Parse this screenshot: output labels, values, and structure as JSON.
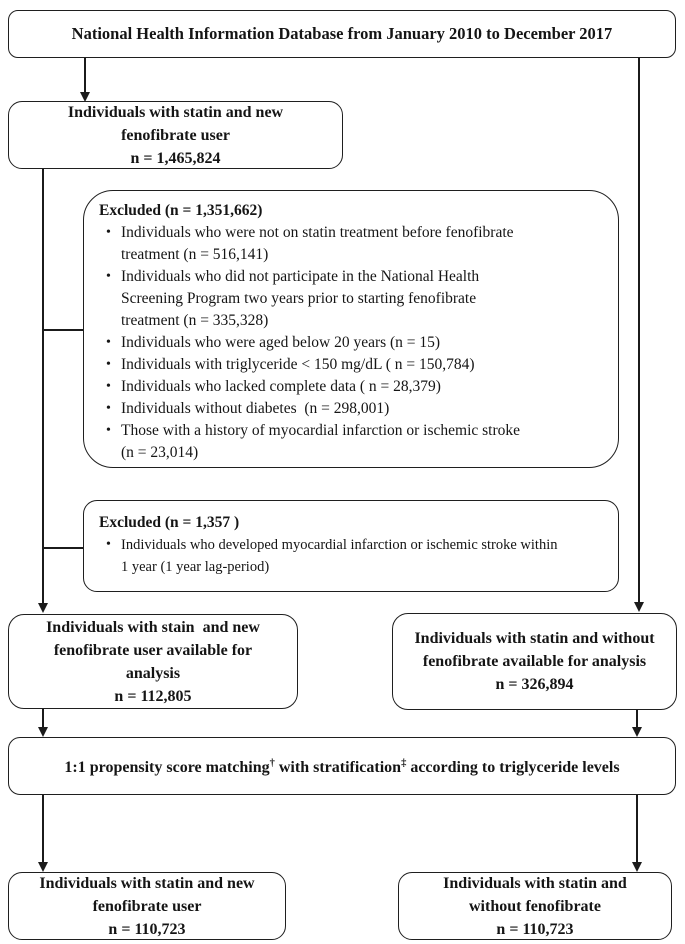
{
  "glyphs": {
    "bullet": "•"
  },
  "boxes": {
    "database": {
      "text": "National Health Information Database from January 2010 to December 2017"
    },
    "cohort": {
      "text": "Individuals with statin and new\nfenofibrate user\nn = 1,465,824"
    },
    "excluded_primary": {
      "title": "Excluded (n = 1,351,662)",
      "items": [
        "Individuals who were not on statin treatment before fenofibrate\ntreatment (n = 516,141)",
        "Individuals who did not participate in the National Health\nScreening Program two years prior to starting fenofibrate\ntreatment (n = 335,328)",
        "Individuals who were aged below 20 years (n = 15)",
        "Individuals with triglyceride < 150 mg/dL ( n = 150,784)",
        "Individuals who lacked complete data ( n = 28,379)",
        "Individuals without diabetes  (n = 298,001)",
        "Those with a history of myocardial infarction or ischemic stroke\n(n = 23,014)"
      ]
    },
    "excluded_lag": {
      "title": "Excluded (n = 1,357 )",
      "items": [
        "Individuals who developed myocardial infarction or ischemic stroke within\n1 year (1 year lag-period)"
      ]
    },
    "fenofibrate_analysis": {
      "text": "Individuals with stain  and new\nfenofibrate user available for\nanalysis\nn = 112,805"
    },
    "control_analysis": {
      "text": "Individuals with statin and without\nfenofibrate available for analysis\nn = 326,894"
    },
    "matching": {
      "part1": "1:1 propensity score matching",
      "sup1": "†",
      "part2": " with stratification",
      "sup2": "‡",
      "part3": " according to triglyceride levels"
    },
    "fenofibrate_matched": {
      "text": "Individuals with statin and new\nfenofibrate user\nn = 110,723"
    },
    "control_matched": {
      "text": "Individuals with statin and\nwithout fenofibrate\nn = 110,723"
    }
  },
  "colors": {
    "stroke": "#1b1b1b",
    "background": "#ffffff"
  }
}
